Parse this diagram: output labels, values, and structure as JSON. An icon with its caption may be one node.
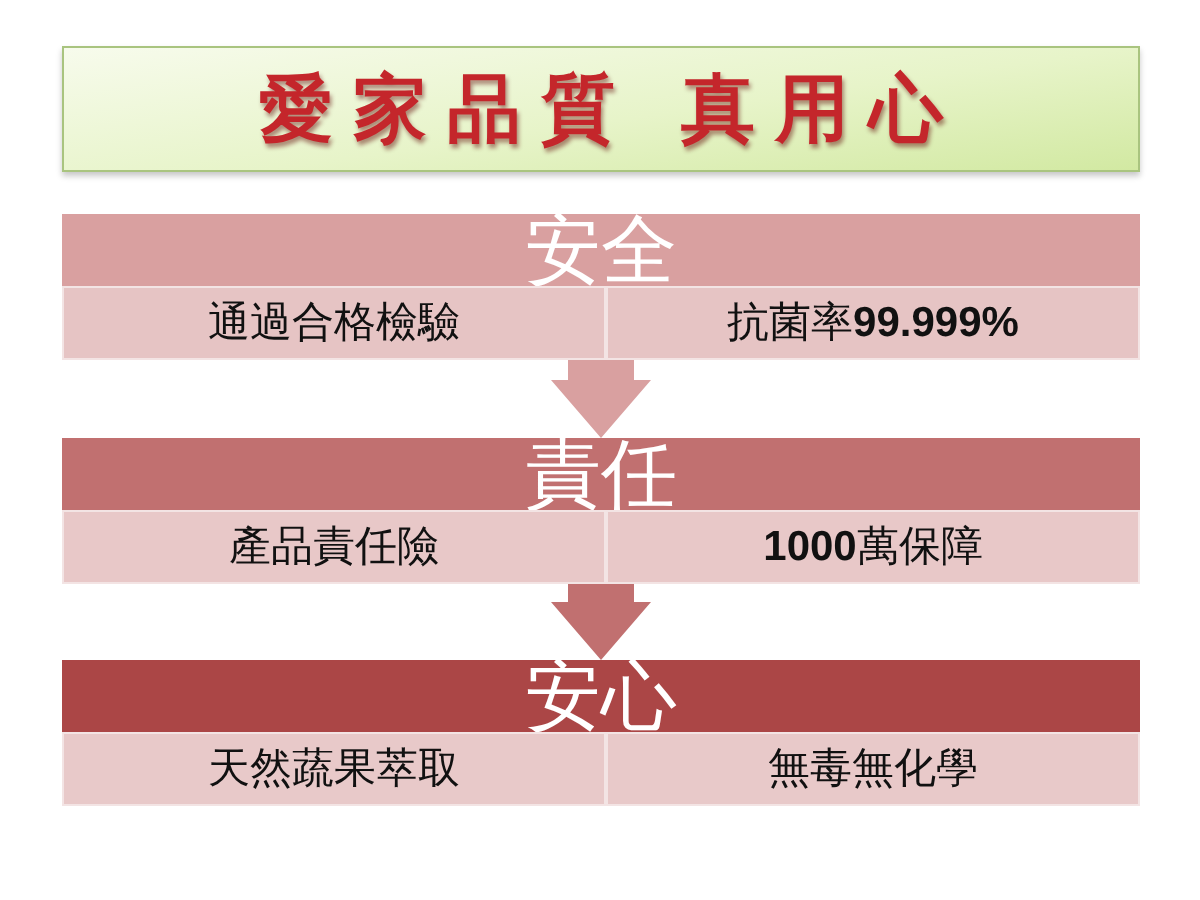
{
  "diagram": {
    "title": "愛家品質 真用心",
    "nodes": [
      {
        "text": [
          "安全"
        ]
      },
      {
        "text": [
          "通過合格檢驗"
        ],
        "in": 0
      },
      {
        "text": [
          "抗菌率**99.999%**"
        ],
        "in": 0
      },
      {
        "text": [
          "責任"
        ]
      },
      {
        "text": [
          "產品責任險"
        ],
        "in": 3
      },
      {
        "text": [
          "**1000**萬保障"
        ],
        "in": 3
      },
      {
        "text": [
          "安心"
        ]
      },
      {
        "text": [
          "天然蔬果萃取"
        ],
        "in": 6
      },
      {
        "text": [
          "無毒無化學"
        ],
        "in": 6
      }
    ],
    "edges": [
      {
        "from": 0,
        "to": 3,
        "arrow": "to",
        "color": "#d9a0a0"
      },
      {
        "from": 3,
        "to": 6,
        "arrow": "to",
        "color": "#c17070"
      }
    ]
  }
}
